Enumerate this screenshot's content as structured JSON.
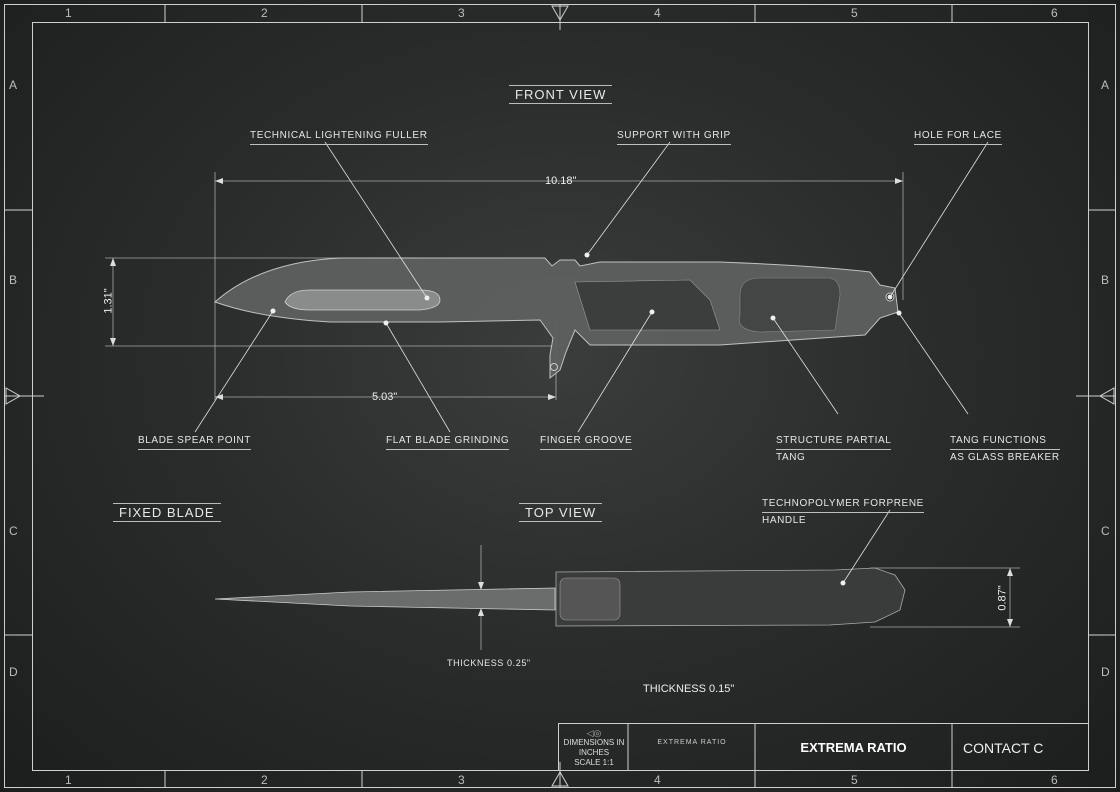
{
  "grid": {
    "columns": [
      "1",
      "2",
      "3",
      "4",
      "5",
      "6"
    ],
    "rows": [
      "A",
      "B",
      "C",
      "D"
    ]
  },
  "views": {
    "front": "FRONT VIEW",
    "top": "TOP VIEW",
    "type": "FIXED BLADE"
  },
  "callouts": {
    "fuller": "TECHNICAL LIGHTENING FULLER",
    "support": "SUPPORT WITH GRIP",
    "lace": "HOLE FOR LACE",
    "spear": "BLADE SPEAR POINT",
    "grinding": "FLAT BLADE GRINDING",
    "finger": "FINGER GROOVE",
    "tang_1": "STRUCTURE PARTIAL",
    "tang_2": "TANG",
    "glass_1": "TANG FUNCTIONS",
    "glass_2": "AS GLASS BREAKER",
    "handle_1": "TECHNOPOLYMER FORPRENE",
    "handle_2": "HANDLE"
  },
  "dimensions": {
    "overall_length": "10.18\"",
    "blade_height": "1.31\"",
    "blade_length": "5.03\"",
    "handle_thickness": "0.87\"",
    "blade_thickness": "THICKNESS 0.25\"",
    "thickness": "THICKNESS 0.15\""
  },
  "title_block": {
    "units_1": "DIMENSIONS IN",
    "units_2": "INCHES",
    "scale": "SCALE 1:1",
    "logo": "EXTREMA RATIO",
    "brand": "EXTREMA RATIO",
    "model": "CONTACT C"
  }
}
